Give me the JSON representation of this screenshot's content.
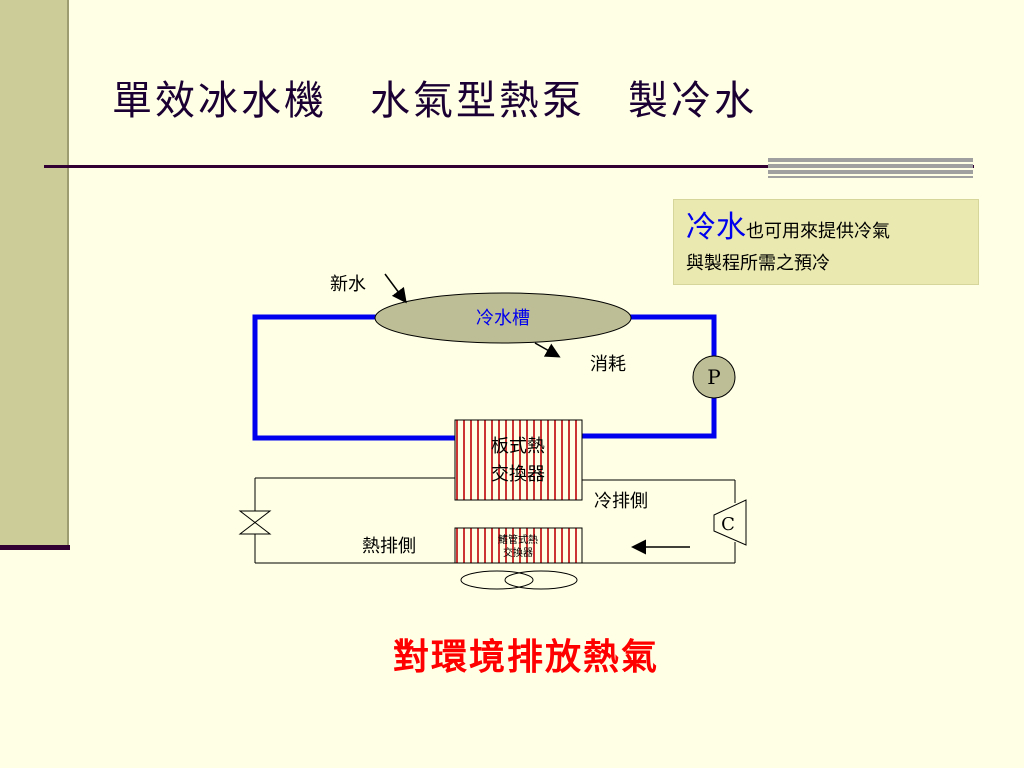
{
  "title": "單效冰水機　水氣型熱泵　製冷水",
  "note": {
    "highlight": "冷水",
    "line1_rest": "也可用來提供冷氣",
    "line2": "與製程所需之預冷"
  },
  "diagram": {
    "new_water": "新水",
    "tank": "冷水槽",
    "consumption": "消耗",
    "pump": "P",
    "plate_hx_line1": "板式熱",
    "plate_hx_line2": "交換器",
    "cold_side": "冷排側",
    "compressor": "C",
    "hot_side": "熱排側",
    "finned_hx_line1": "鰭管式熱",
    "finned_hx_line2": "交換器"
  },
  "caption": "對環境排放熱氣",
  "colors": {
    "pipe": "#0000EE",
    "tank_fill": "#BEBE96",
    "hx_stripe": "#CC3333",
    "caption": "#FF0000"
  }
}
